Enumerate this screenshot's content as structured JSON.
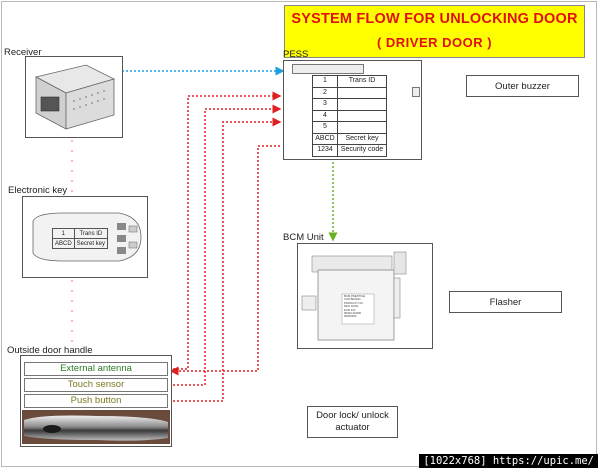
{
  "title": {
    "line1": "SYSTEM FLOW FOR UNLOCKING DOOR",
    "line2": "( DRIVER DOOR )"
  },
  "receiver": {
    "label": "Receiver"
  },
  "electronic_key": {
    "label": "Electronic  key",
    "rows": [
      [
        "1",
        "Trans ID"
      ],
      [
        "ABCD",
        "Secret key"
      ]
    ]
  },
  "handle": {
    "label": "Outside door handle",
    "rows": [
      "External antenna",
      "Touch    sensor",
      "Push button"
    ]
  },
  "pess": {
    "label": "PESS",
    "rows": [
      [
        "1",
        "Trans ID"
      ],
      [
        "2",
        ""
      ],
      [
        "3",
        ""
      ],
      [
        "4",
        ""
      ],
      [
        "5",
        ""
      ],
      [
        "ABCD",
        "Secret key"
      ],
      [
        "1234",
        "Security code"
      ]
    ]
  },
  "bcm": {
    "label": "BCM Unit",
    "sticker": [
      "BCM PRESTIGE",
      "CAN BRAND",
      "PRODUCT NO.",
      "",
      "MFG DATE",
      "EUR 12V",
      "95400 2M300",
      "00000000"
    ]
  },
  "outer_buzzer": {
    "label": "Outer buzzer"
  },
  "flasher": {
    "label": "Flasher"
  },
  "door_lock": {
    "line1": "Door lock/ unlock",
    "line2": "actuator"
  },
  "watermark": "[1022x768] https://upic.me/",
  "colors": {
    "title_bg": "#ffff00",
    "title_text": "#e01010",
    "wire_receiver": "#1aa0e0",
    "wire_handle": "#e02020",
    "wire_bcm": "#6ab020",
    "wire_key": "#e8a0b0",
    "antenna_text": "#2a7a2a",
    "touch_text": "#7a7a20",
    "push_text": "#7a7a20"
  }
}
